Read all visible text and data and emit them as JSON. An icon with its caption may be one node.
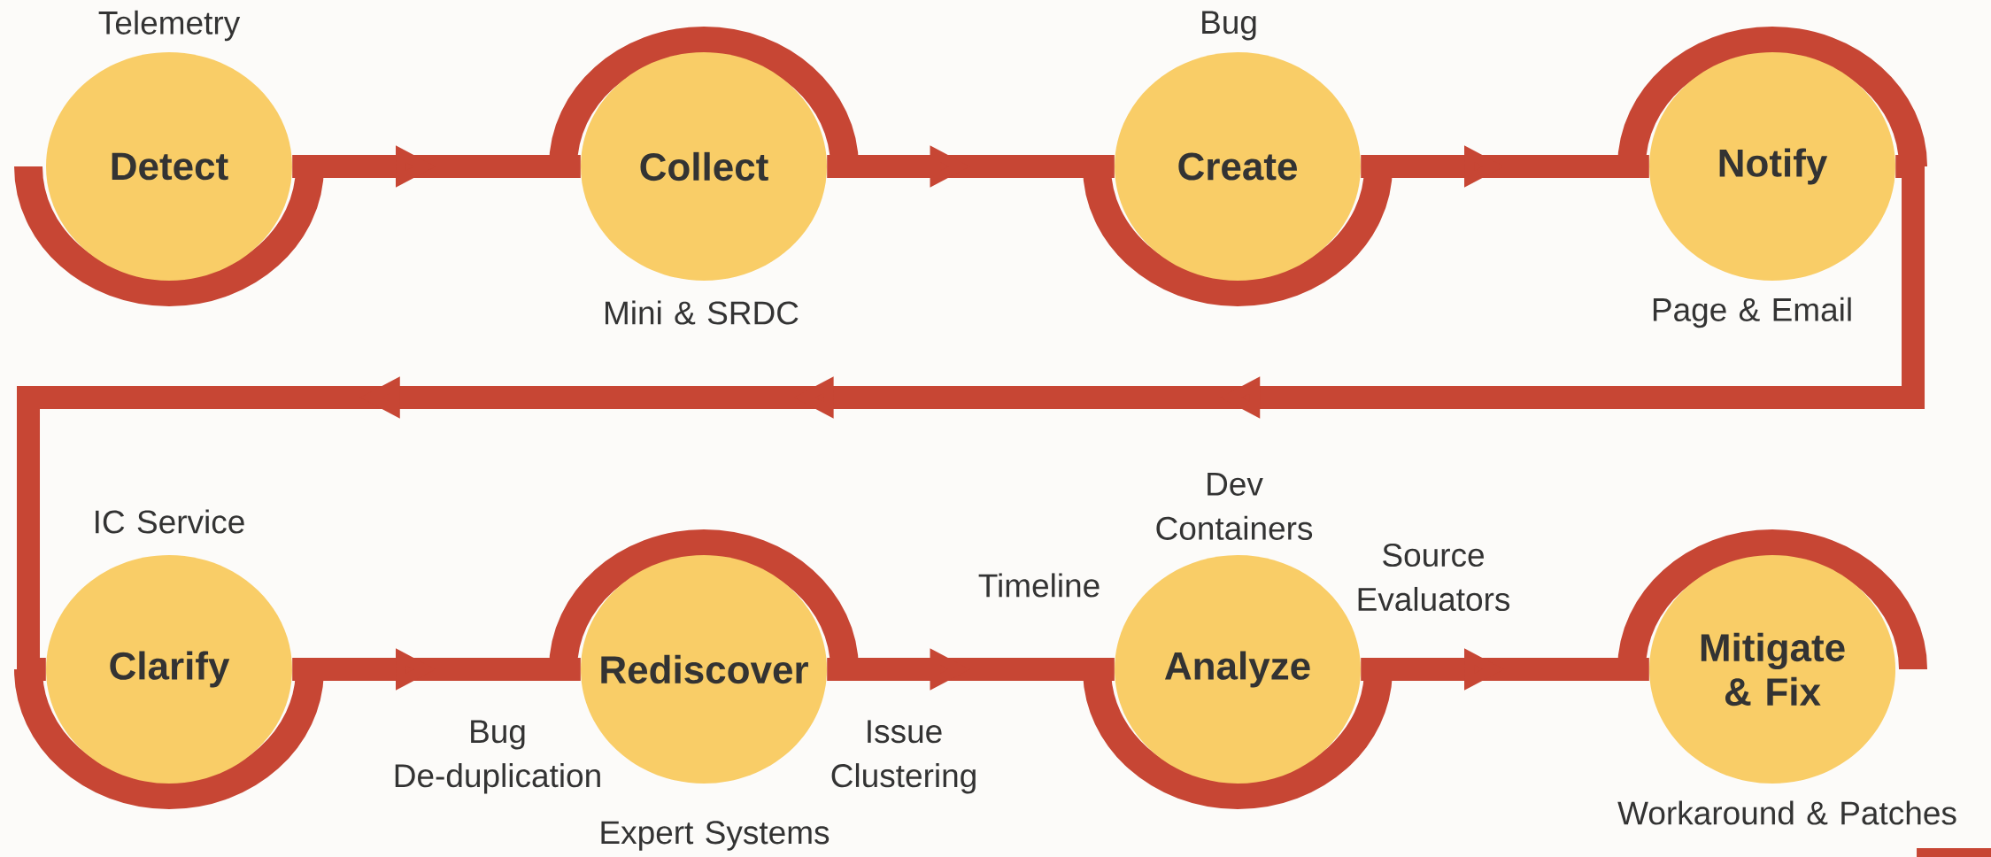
{
  "diagram": {
    "nodes": [
      {
        "text": [
          "Detect"
        ],
        "beside": [
          "Telemetry"
        ]
      },
      {
        "text": [
          "Collect"
        ],
        "beside": [
          "Mini & SRDC"
        ]
      },
      {
        "text": [
          "Create"
        ],
        "beside": [
          "Bug"
        ]
      },
      {
        "text": [
          "Notify"
        ],
        "beside": [
          "Page & Email"
        ]
      },
      {
        "text": [
          "Clarify"
        ],
        "beside": [
          "IC Service"
        ]
      },
      {
        "text": [
          "Rediscover"
        ],
        "beside": [
          "Bug De-duplication",
          "Issue Clustering",
          "Expert Systems"
        ]
      },
      {
        "text": [
          "Analyze"
        ],
        "beside": [
          "Timeline",
          "Dev Containers",
          "Source Evaluators"
        ]
      },
      {
        "text": [
          "Mitigate & Fix"
        ],
        "beside": [
          "Workaround & Patches"
        ]
      }
    ],
    "edges": [
      {
        "from": 0,
        "to": 1,
        "arrow": "to"
      },
      {
        "from": 1,
        "to": 2,
        "arrow": "to"
      },
      {
        "from": 2,
        "to": 3,
        "arrow": "to"
      },
      {
        "from": 3,
        "to": 4,
        "arrow": "to"
      },
      {
        "from": 4,
        "to": 5,
        "arrow": "to"
      },
      {
        "from": 5,
        "to": 6,
        "arrow": "to"
      },
      {
        "from": 6,
        "to": 7,
        "arrow": "to"
      }
    ]
  }
}
